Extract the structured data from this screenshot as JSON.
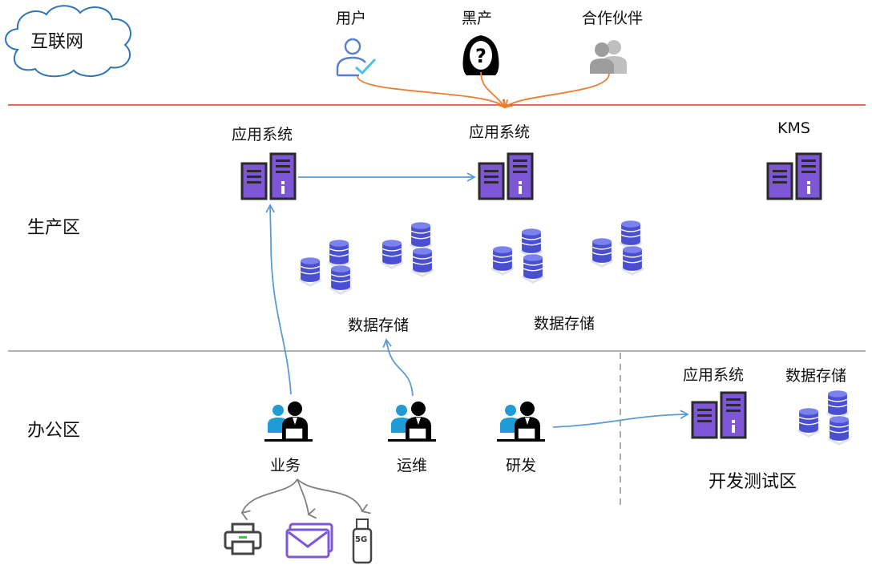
{
  "internet": {
    "label": "互联网"
  },
  "actors": {
    "user": "用户",
    "blackhat": "黑产",
    "partner": "合作伙伴"
  },
  "production": {
    "zone_label": "生产区",
    "app_left": "应用系统",
    "app_center": "应用系统",
    "kms": "KMS",
    "storage_left": "数据存储",
    "storage_right": "数据存储"
  },
  "office": {
    "zone_label": "办公区",
    "business": "业务",
    "ops": "运维",
    "rnd": "研发"
  },
  "devtest": {
    "zone_label": "开发测试区",
    "app": "应用系统",
    "storage": "数据存储"
  },
  "devices": {
    "usb_label": "5G"
  },
  "colors": {
    "internet_boundary": "#e8332a",
    "zone_boundary": "#a6a6a6",
    "flow_blue": "#5b9bd5",
    "flow_orange": "#ed7d31",
    "server_purple": "#7e57d6",
    "db_blue": "#4a4fd0"
  },
  "icons": {
    "cloud": "cloud-icon",
    "user": "user-check-icon",
    "blackhat": "hacker-icon",
    "partner": "group-icon",
    "server": "server-rack-icon",
    "database": "database-stack-icon",
    "worker": "office-worker-icon",
    "printer": "printer-icon",
    "email": "email-icon",
    "usb": "usb-drive-icon"
  }
}
